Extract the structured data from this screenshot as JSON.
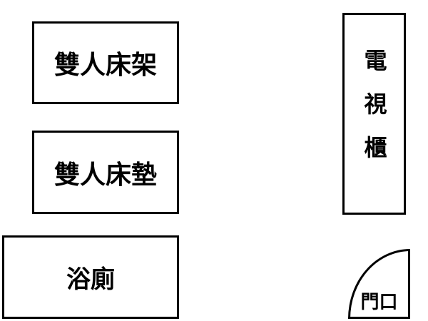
{
  "rooms": {
    "bed_frame": {
      "label": "雙人床架"
    },
    "bed_mattress": {
      "label": "雙人床墊"
    },
    "bathroom": {
      "label": "浴廁"
    },
    "tv_cabinet": {
      "label": "電視櫃"
    },
    "doorway": {
      "label": "門口",
      "shape": "quarter-circle-door-swing"
    }
  },
  "colors": {
    "outline": "#000000",
    "background": "#ffffff",
    "text": "#000000"
  }
}
